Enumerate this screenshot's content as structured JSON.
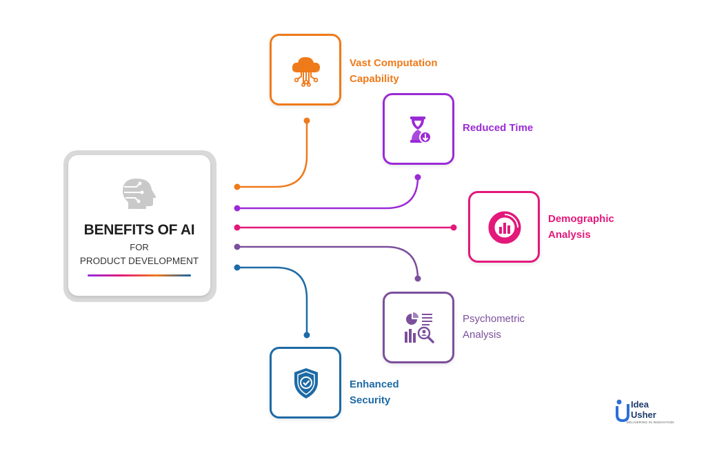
{
  "center": {
    "title": "BENEFITS OF AI",
    "for": "FOR",
    "subtitle": "PRODUCT DEVELOPMENT",
    "icon": "ai-head-icon"
  },
  "benefits": [
    {
      "label_line1": "Vast Computation",
      "label_line2": "Capability",
      "color": "#ef7a1a",
      "icon": "cloud-computing-icon"
    },
    {
      "label_line1": "Reduced Time",
      "label_line2": "",
      "color": "#9b2ad6",
      "icon": "hourglass-icon"
    },
    {
      "label_line1": "Demographic",
      "label_line2": "Analysis",
      "color": "#e3187a",
      "icon": "donut-chart-icon"
    },
    {
      "label_line1": "Psychometric",
      "label_line2": "Analysis",
      "color": "#7b4f9c",
      "icon": "analytics-icon"
    },
    {
      "label_line1": "Enhanced",
      "label_line2": "Security",
      "color": "#1d6aa5",
      "icon": "shield-check-icon"
    }
  ],
  "logo": {
    "line1": "Idea",
    "line2": "Usher",
    "tagline": "DELIVERING IN INNOVATION",
    "icon": "idea-usher-logo-icon"
  }
}
